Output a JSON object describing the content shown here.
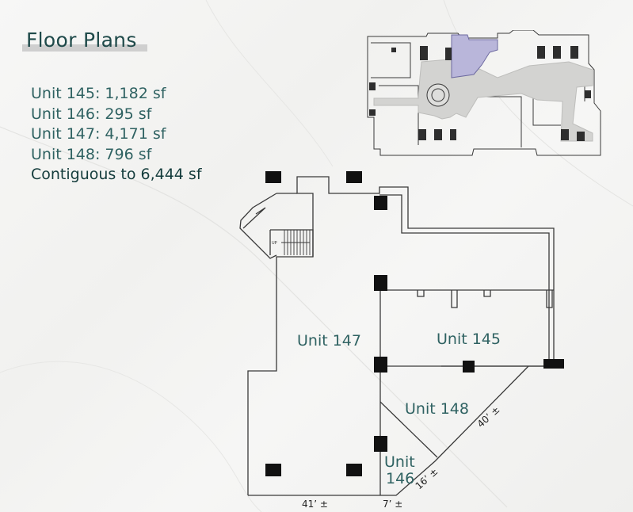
{
  "page": {
    "title": "Floor Plans",
    "units_list": [
      "Unit 145: 1,182 sf",
      "Unit 146: 295 sf",
      "Unit 147: 4,171 sf",
      "Unit 148: 796 sf"
    ],
    "contiguous": "Contiguous to 6,444 sf"
  },
  "plan": {
    "labels": {
      "unit147": "Unit 147",
      "unit145": "Unit 145",
      "unit148": "Unit 148",
      "unit146_a": "Unit",
      "unit146_b": "146",
      "stair_up": "UP"
    },
    "dimensions": {
      "d41": "41’ ±",
      "d7": "7’ ±",
      "d16": "16’ ±",
      "d40": "40’ ±"
    }
  },
  "colors": {
    "title": "#1f4a4a",
    "text": "#2f6262",
    "highlight_unit": "#b9b6da",
    "wall": "#3a3a3a",
    "column": "#111111"
  }
}
